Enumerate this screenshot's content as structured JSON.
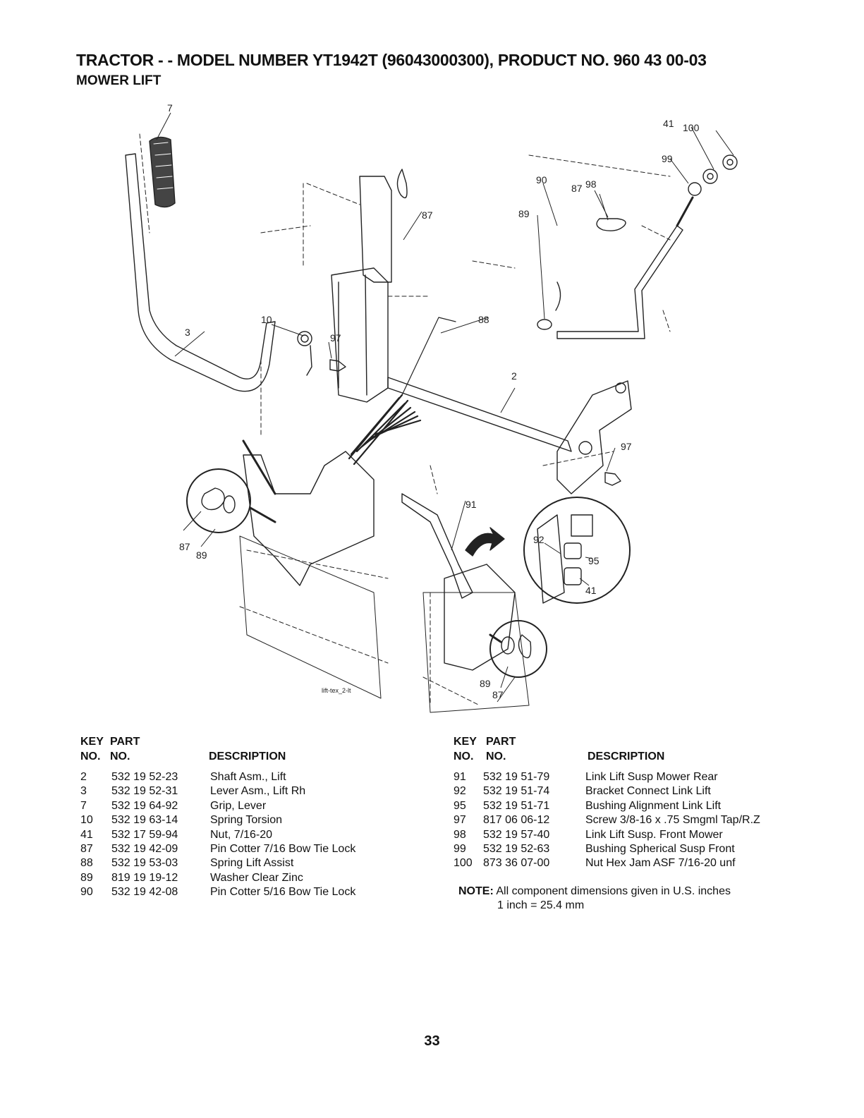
{
  "header": {
    "title": "TRACTOR - - MODEL NUMBER YT1942T (96043000300), PRODUCT NO. 960 43 00-03",
    "subtitle": "MOWER LIFT"
  },
  "diagram": {
    "callouts": [
      "7",
      "41",
      "100",
      "99",
      "87",
      "87",
      "90",
      "98",
      "89",
      "10",
      "97",
      "88",
      "3",
      "2",
      "97",
      "91",
      "92",
      "95",
      "41",
      "87",
      "89",
      "89",
      "87"
    ],
    "file_label": "lift-tex_2-lt"
  },
  "table_headers": {
    "key_line1": "KEY",
    "key_line2": "NO.",
    "part_line1": "PART",
    "part_line2": "NO.",
    "description": "DESCRIPTION"
  },
  "parts_left": [
    {
      "key": "2",
      "part": "532 19 52-23",
      "desc": "Shaft Asm., Lift"
    },
    {
      "key": "3",
      "part": "532 19 52-31",
      "desc": "Lever Asm., Lift Rh"
    },
    {
      "key": "7",
      "part": "532 19 64-92",
      "desc": "Grip, Lever"
    },
    {
      "key": "10",
      "part": "532 19 63-14",
      "desc": "Spring Torsion"
    },
    {
      "key": "41",
      "part": "532 17 59-94",
      "desc": "Nut, 7/16-20"
    },
    {
      "key": "87",
      "part": "532 19 42-09",
      "desc": "Pin Cotter 7/16 Bow Tie Lock"
    },
    {
      "key": "88",
      "part": "532 19 53-03",
      "desc": "Spring Lift Assist"
    },
    {
      "key": "89",
      "part": "819 19 19-12",
      "desc": "Washer Clear Zinc"
    },
    {
      "key": "90",
      "part": "532 19 42-08",
      "desc": "Pin Cotter 5/16 Bow Tie Lock"
    }
  ],
  "parts_right": [
    {
      "key": "91",
      "part": "532 19 51-79",
      "desc": "Link Lift Susp Mower Rear"
    },
    {
      "key": "92",
      "part": "532 19 51-74",
      "desc": "Bracket Connect Link Lift"
    },
    {
      "key": "95",
      "part": "532 19 51-71",
      "desc": "Bushing Alignment Link Lift"
    },
    {
      "key": "97",
      "part": "817 06 06-12",
      "desc": "Screw 3/8-16 x .75 Smgml Tap/R.Z"
    },
    {
      "key": "98",
      "part": "532 19 57-40",
      "desc": "Link Lift Susp. Front Mower"
    },
    {
      "key": "99",
      "part": "532 19 52-63",
      "desc": "Bushing Spherical Susp Front"
    },
    {
      "key": "100",
      "part": "873 36 07-00",
      "desc": "Nut Hex Jam ASF 7/16-20 unf"
    }
  ],
  "note": {
    "label": "NOTE:",
    "line1": "All component dimensions given in U.S. inches",
    "line2": "1 inch = 25.4 mm"
  },
  "page_number": "33"
}
